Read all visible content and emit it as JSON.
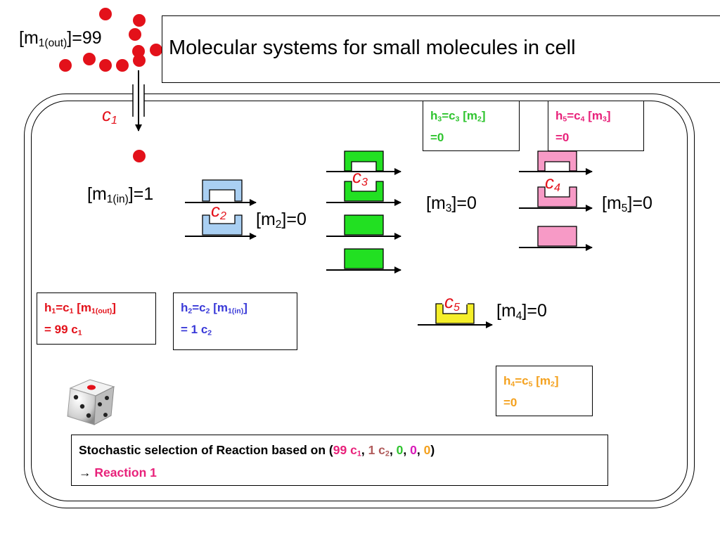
{
  "title": "Molecular systems for small molecules in cell",
  "concentrations": {
    "m1_out": {
      "pre": "[m",
      "sub": "1(out)",
      "post": "]=99"
    },
    "m1_in": {
      "pre": "[m",
      "sub": "1(in)",
      "post": "]=1"
    },
    "m2": {
      "pre": "[m",
      "sub": "2",
      "post": "]=0"
    },
    "m3": {
      "pre": "[m",
      "sub": "3",
      "post": "]=0"
    },
    "m4": {
      "pre": "[m",
      "sub": "4",
      "post": "]=0"
    },
    "m5": {
      "pre": "[m",
      "sub": "5",
      "post": "]=0"
    }
  },
  "rates": {
    "c1": {
      "letter": "c",
      "sub": "1"
    },
    "c2": {
      "letter": "c",
      "sub": "2"
    },
    "c3": {
      "letter": "c",
      "sub": "3"
    },
    "c4": {
      "letter": "c",
      "sub": "4"
    },
    "c5": {
      "letter": "c",
      "sub": "5"
    }
  },
  "propensities": {
    "h1": {
      "line1": {
        "a": "h",
        "a_sub": "1",
        "b": "=c",
        "b_sub": "1",
        "c": " [m",
        "c_sub": "1(out)",
        "d": "]"
      },
      "line2": {
        "a": "= 99 c",
        "a_sub": "1"
      }
    },
    "h2": {
      "line1": {
        "a": "h",
        "a_sub": "2",
        "b": "=c",
        "b_sub": "2",
        "c": " [m",
        "c_sub": "1(in)",
        "d": "]"
      },
      "line2": {
        "a": "= 1 c",
        "a_sub": "2"
      }
    },
    "h3": {
      "line1": {
        "a": "h",
        "a_sub": "3",
        "b": "=c",
        "b_sub": "3",
        "c": " [m",
        "c_sub": "2",
        "d": "]"
      },
      "line2": {
        "a": "=0"
      }
    },
    "h4": {
      "line1": {
        "a": "h",
        "a_sub": "4",
        "b": "=c",
        "b_sub": "5",
        "c": " [m",
        "c_sub": "2",
        "d": "]"
      },
      "line2": {
        "a": "=0"
      }
    },
    "h5": {
      "line1": {
        "a": "h",
        "a_sub": "5",
        "b": "=c",
        "b_sub": "4",
        "c": " [m",
        "c_sub": "3",
        "d": "]"
      },
      "line2": {
        "a": "=0"
      }
    }
  },
  "selection": {
    "prefix": "Stochastic selection of Reaction based on (",
    "v1": "99 c",
    "v1_sub": "1",
    "sep1": ", ",
    "v2": "1 c",
    "v2_sub": "2",
    "sep2": ", ",
    "v3": "0",
    "sep3": ", ",
    "v4": "0",
    "sep4": ", ",
    "v5": "0",
    "suffix": ")",
    "arrow": "→ ",
    "result": "Reaction 1"
  },
  "colors": {
    "molecule": "#e3111a",
    "enzyme_c2": "#a9cff2",
    "enzyme_c3": "#22e022",
    "enzyme_c4": "#f79ac6",
    "enzyme_c5": "#f5ef2a",
    "h1": "#e3111a",
    "h2": "#3a3ad8",
    "h3": "#2fc42f",
    "h4": "#f4a11e",
    "h5": "#e8217a"
  }
}
